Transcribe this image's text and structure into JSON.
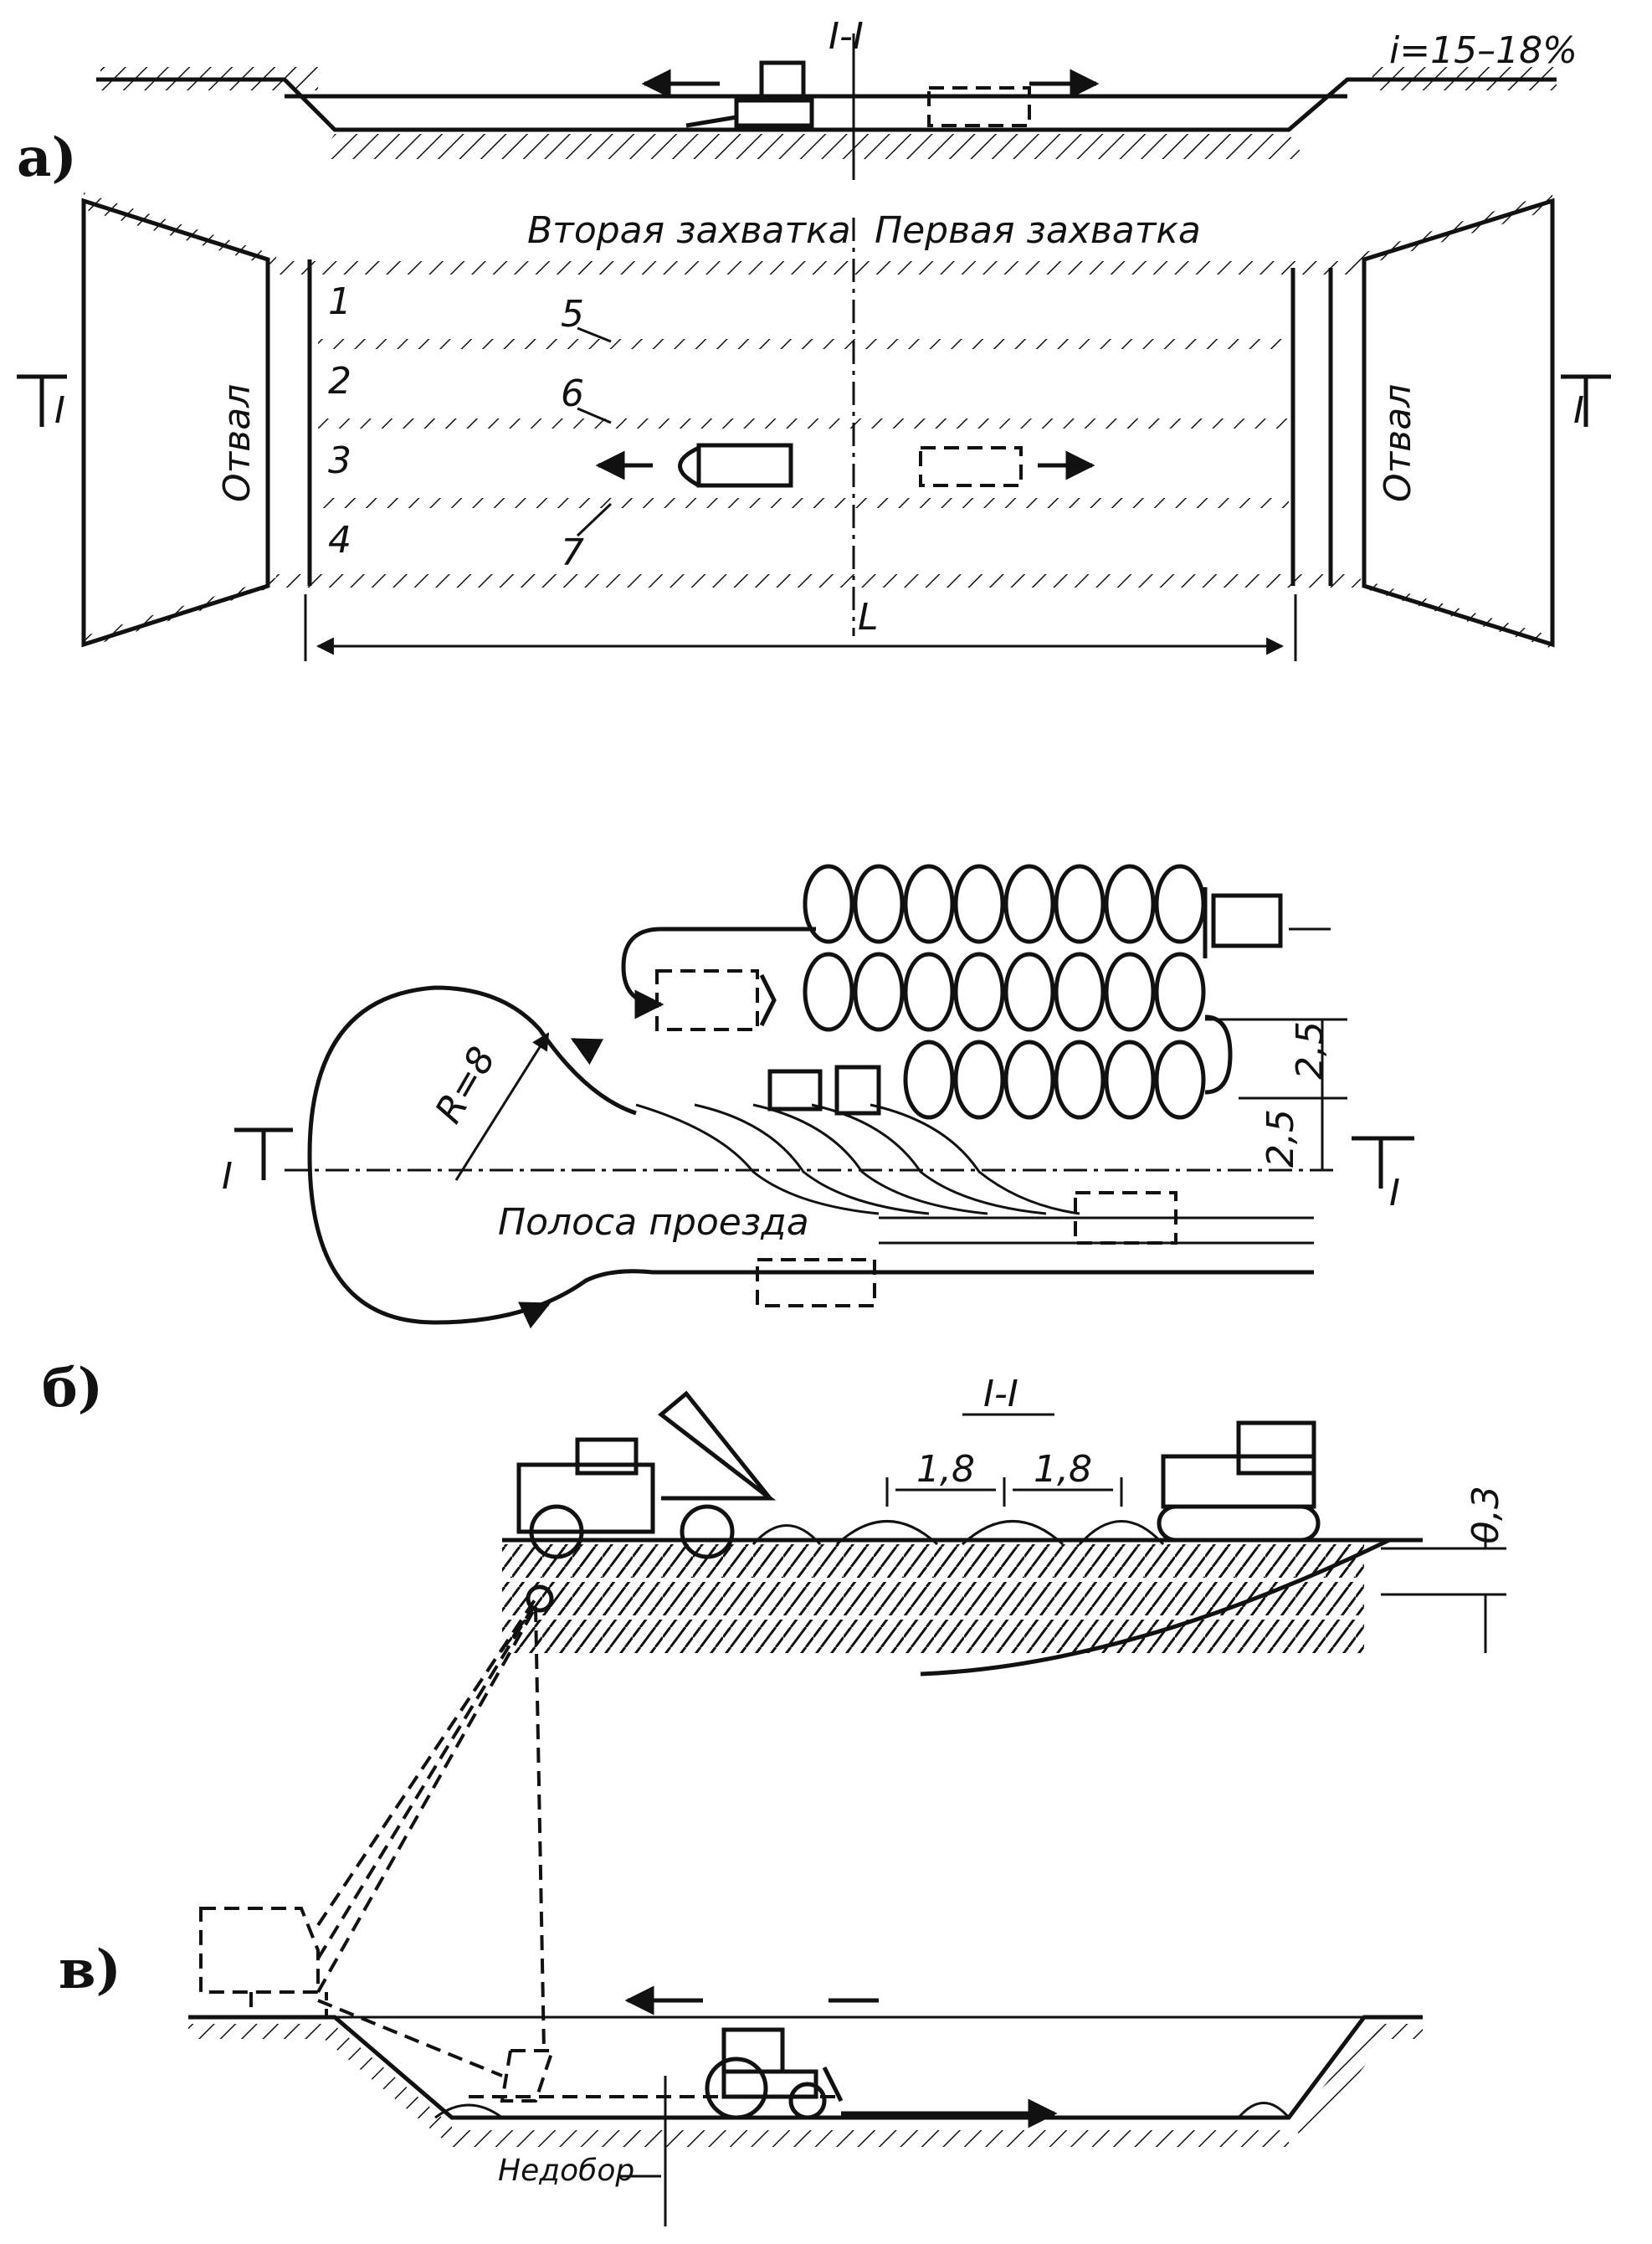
{
  "panels": {
    "a": "а)",
    "b": "б)",
    "v": "в)"
  },
  "section_label": "I-I",
  "slope_label": "i=15–18%",
  "section_marker": "I",
  "zones": {
    "second": "Вторая захватка",
    "first": "Первая захватка"
  },
  "spoil_label": "Отвал",
  "strips": [
    "1",
    "2",
    "3",
    "4"
  ],
  "callouts": [
    "5",
    "6",
    "7"
  ],
  "length_label": "L",
  "radius_label": "R=8",
  "lane_label": "Полоса проезда",
  "dim_values": {
    "d1": "2,5",
    "d2": "2,5",
    "pile1": "1,8",
    "pile2": "1,8",
    "depth": "0,3"
  },
  "shortfall_label": "Недобор"
}
